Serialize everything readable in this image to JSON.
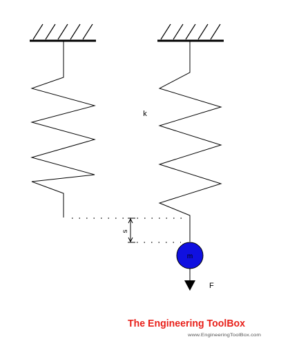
{
  "labels": {
    "spring_constant": "k",
    "displacement": "s",
    "mass": "m",
    "force": "F"
  },
  "branding": {
    "name": "The Engineering ToolBox",
    "url": "www.EngineeringToolBox.com"
  },
  "colors": {
    "line": "#000000",
    "mass_fill": "#1010e0",
    "brand_red": "#e8201a",
    "url_gray": "#555555"
  }
}
